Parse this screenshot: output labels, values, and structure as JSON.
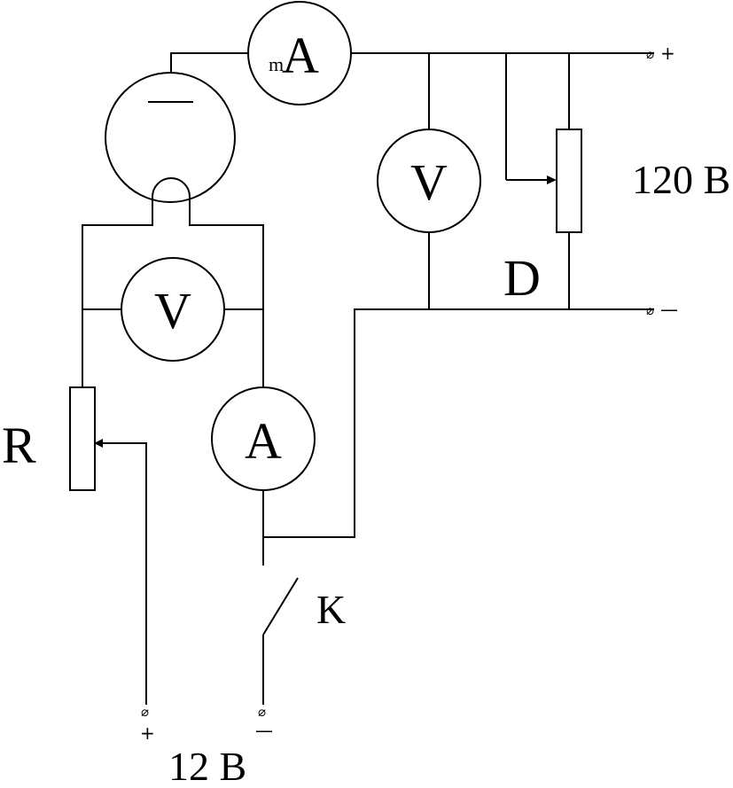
{
  "meters": {
    "milliammeter": {
      "prefix": "m",
      "symbol": "A"
    },
    "anode_voltmeter": "V",
    "filament_voltmeter": "V",
    "filament_ammeter": "A"
  },
  "labels": {
    "rheostat": "R",
    "potentiometer": "D",
    "switch": "K",
    "high_voltage": "120 B",
    "low_voltage": "12 B"
  },
  "terminals": {
    "hv_plus_symbol": "⌀",
    "hv_plus_sign": "+",
    "hv_minus_symbol": "⌀",
    "hv_minus_sign": "—",
    "lv_plus_symbol": "⌀",
    "lv_plus_sign": "+",
    "lv_minus_symbol": "⌀",
    "lv_minus_sign": "—"
  }
}
